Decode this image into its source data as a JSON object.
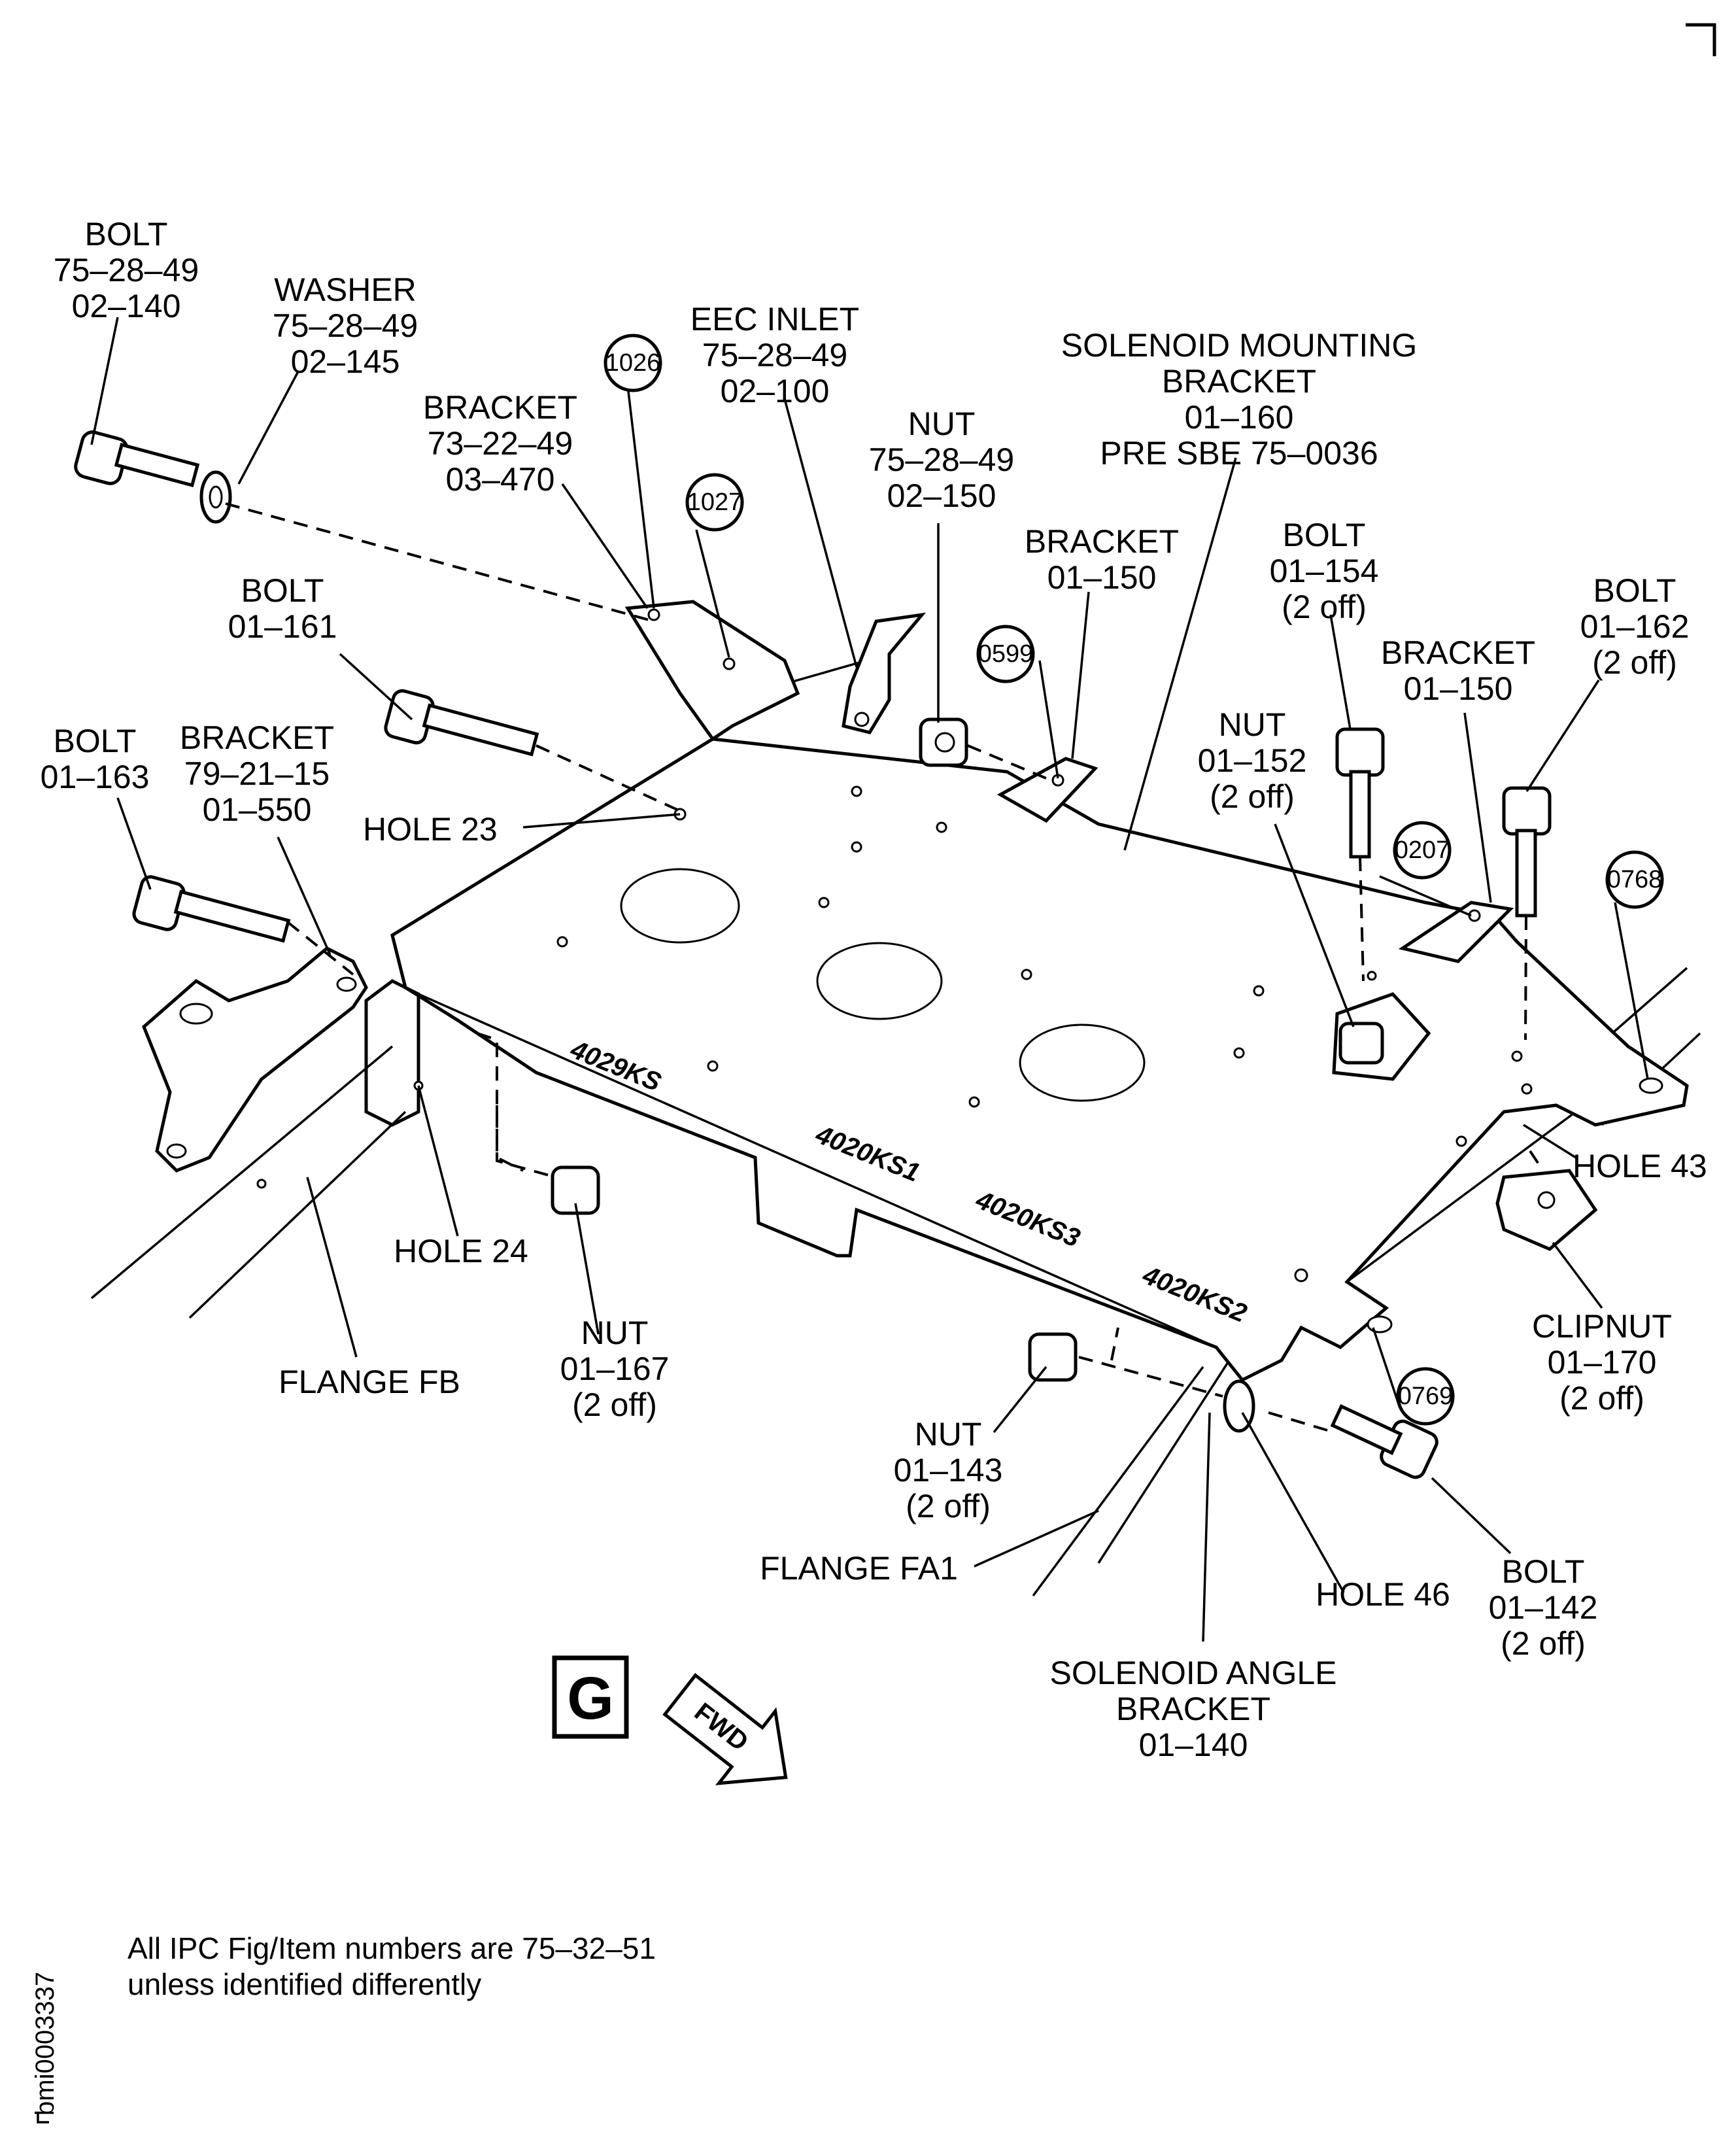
{
  "callouts": [
    {
      "name": "bolt-75-28-49-02-140",
      "lines": [
        "BOLT",
        "75–28–49",
        "02–140"
      ]
    },
    {
      "name": "washer-75-28-49-02-145",
      "lines": [
        "WASHER",
        "75–28–49",
        "02–145"
      ]
    },
    {
      "name": "bracket-73-22-49-03-470",
      "lines": [
        "BRACKET",
        "73–22–49",
        "03–470"
      ]
    },
    {
      "name": "eec-inlet-75-28-49-02-100",
      "lines": [
        "EEC INLET",
        "75–28–49",
        "02–100"
      ]
    },
    {
      "name": "nut-75-28-49-02-150",
      "lines": [
        "NUT",
        "75–28–49",
        "02–150"
      ]
    },
    {
      "name": "solenoid-mounting-bracket",
      "lines": [
        "SOLENOID MOUNTING",
        "BRACKET",
        "01–160",
        "PRE SBE 75–0036"
      ]
    },
    {
      "name": "bracket-01-150-a",
      "lines": [
        "BRACKET",
        "01–150"
      ]
    },
    {
      "name": "bolt-01-154",
      "lines": [
        "BOLT",
        "01–154",
        "(2 off)"
      ]
    },
    {
      "name": "bolt-01-162",
      "lines": [
        "BOLT",
        "01–162",
        "(2 off)"
      ]
    },
    {
      "name": "bracket-01-150-b",
      "lines": [
        "BRACKET",
        "01–150"
      ]
    },
    {
      "name": "nut-01-152",
      "lines": [
        "NUT",
        "01–152",
        "(2 off)"
      ]
    },
    {
      "name": "bolt-01-161",
      "lines": [
        "BOLT",
        "01–161"
      ]
    },
    {
      "name": "bolt-01-163",
      "lines": [
        "BOLT",
        "01–163"
      ]
    },
    {
      "name": "bracket-79-21-15-01-550",
      "lines": [
        "BRACKET",
        "79–21–15",
        "01–550"
      ]
    },
    {
      "name": "hole-23",
      "lines": [
        "HOLE 23"
      ]
    },
    {
      "name": "hole-43",
      "lines": [
        "HOLE 43"
      ]
    },
    {
      "name": "hole-24",
      "lines": [
        "HOLE 24"
      ]
    },
    {
      "name": "clipnut-01-170",
      "lines": [
        "CLIPNUT",
        "01–170",
        "(2 off)"
      ]
    },
    {
      "name": "nut-01-167",
      "lines": [
        "NUT",
        "01–167",
        "(2 off)"
      ]
    },
    {
      "name": "flange-fb",
      "lines": [
        "FLANGE FB"
      ]
    },
    {
      "name": "nut-01-143",
      "lines": [
        "NUT",
        "01–143",
        "(2 off)"
      ]
    },
    {
      "name": "flange-fa1",
      "lines": [
        "FLANGE FA1"
      ]
    },
    {
      "name": "hole-46",
      "lines": [
        "HOLE 46"
      ]
    },
    {
      "name": "bolt-01-142",
      "lines": [
        "BOLT",
        "01–142",
        "(2 off)"
      ]
    },
    {
      "name": "solenoid-angle-bracket",
      "lines": [
        "SOLENOID ANGLE",
        "BRACKET",
        "01–140"
      ]
    }
  ],
  "ref_circles": [
    "1026",
    "1027",
    "0599",
    "0207",
    "0768",
    "0769"
  ],
  "zone_labels": [
    "4029KS",
    "4020KS1",
    "4020KS3",
    "4020KS2"
  ],
  "view_letter": "G",
  "fwd_arrow": "FWD",
  "note_lines": [
    "All IPC Fig/Item numbers are 75–32–51",
    "unless identified differently"
  ],
  "document_id": "bmi0003337"
}
